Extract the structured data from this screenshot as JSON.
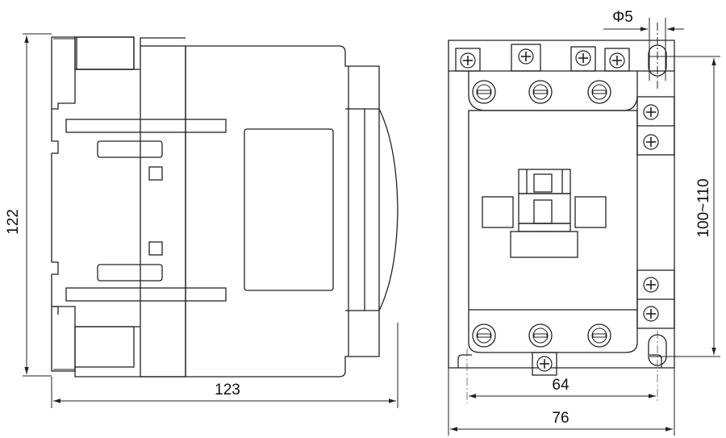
{
  "dimensions": {
    "height_label": "122",
    "depth_label": "123",
    "hole_diameter_label": "Φ5",
    "mount_spacing_vertical_label": "100~110",
    "mount_spacing_horizontal_label": "64",
    "width_label": "76"
  },
  "views": {
    "side": "side-view",
    "front": "front-view"
  },
  "icons": {
    "terminal_screw": "slotted-screw-icon",
    "aux_screw": "cross-screw-icon"
  }
}
